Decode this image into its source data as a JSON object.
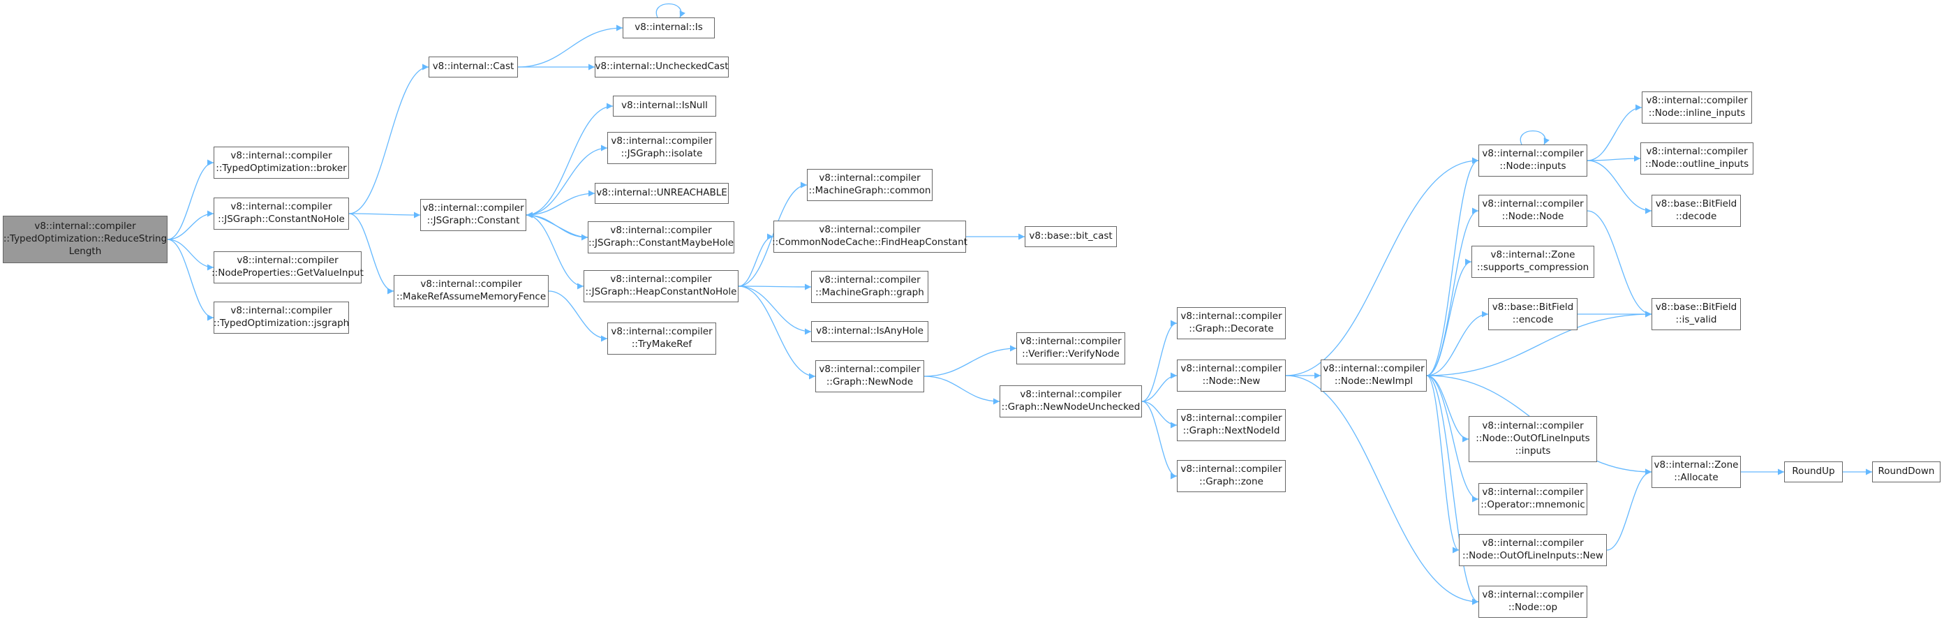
{
  "edge_color": "#63b8ff",
  "node_border_color": "#666666",
  "root_fill_color": "#999999",
  "nodes": [
    {
      "id": "root",
      "lines": [
        "v8::internal::compiler",
        "::TypedOptimization::ReduceString",
        "Length"
      ]
    },
    {
      "id": "broker",
      "lines": [
        "v8::internal::compiler",
        "::TypedOptimization::broker"
      ]
    },
    {
      "id": "constnohole",
      "lines": [
        "v8::internal::compiler",
        "::JSGraph::ConstantNoHole"
      ]
    },
    {
      "id": "getvalueinput",
      "lines": [
        "v8::internal::compiler",
        "::NodeProperties::GetValueInput"
      ]
    },
    {
      "id": "jsgraph",
      "lines": [
        "v8::internal::compiler",
        "::TypedOptimization::jsgraph"
      ]
    },
    {
      "id": "cast",
      "lines": [
        "v8::internal::Cast"
      ]
    },
    {
      "id": "constant",
      "lines": [
        "v8::internal::compiler",
        "::JSGraph::Constant"
      ]
    },
    {
      "id": "makeref",
      "lines": [
        "v8::internal::compiler",
        "::MakeRefAssumeMemoryFence"
      ]
    },
    {
      "id": "is",
      "lines": [
        "v8::internal::Is"
      ]
    },
    {
      "id": "uncheckedcast",
      "lines": [
        "v8::internal::UncheckedCast"
      ]
    },
    {
      "id": "isnull",
      "lines": [
        "v8::internal::IsNull"
      ]
    },
    {
      "id": "isolate",
      "lines": [
        "v8::internal::compiler",
        "::JSGraph::isolate"
      ]
    },
    {
      "id": "unreachable",
      "lines": [
        "v8::internal::UNREACHABLE"
      ]
    },
    {
      "id": "constmaybehole",
      "lines": [
        "v8::internal::compiler",
        "::JSGraph::ConstantMaybeHole"
      ]
    },
    {
      "id": "heapconstnohole",
      "lines": [
        "v8::internal::compiler",
        "::JSGraph::HeapConstantNoHole"
      ]
    },
    {
      "id": "trymakeref",
      "lines": [
        "v8::internal::compiler",
        "::TryMakeRef"
      ]
    },
    {
      "id": "mgcommon",
      "lines": [
        "v8::internal::compiler",
        "::MachineGraph::common"
      ]
    },
    {
      "id": "findheapconst",
      "lines": [
        "v8::internal::compiler",
        "::CommonNodeCache::FindHeapConstant"
      ]
    },
    {
      "id": "mggraph",
      "lines": [
        "v8::internal::compiler",
        "::MachineGraph::graph"
      ]
    },
    {
      "id": "isanyhole",
      "lines": [
        "v8::internal::IsAnyHole"
      ]
    },
    {
      "id": "graphnewnode",
      "lines": [
        "v8::internal::compiler",
        "::Graph::NewNode"
      ]
    },
    {
      "id": "bitcast",
      "lines": [
        "v8::base::bit_cast"
      ]
    },
    {
      "id": "verifynode",
      "lines": [
        "v8::internal::compiler",
        "::Verifier::VerifyNode"
      ]
    },
    {
      "id": "newnodeunchecked",
      "lines": [
        "v8::internal::compiler",
        "::Graph::NewNodeUnchecked"
      ]
    },
    {
      "id": "decorate",
      "lines": [
        "v8::internal::compiler",
        "::Graph::Decorate"
      ]
    },
    {
      "id": "nodenew",
      "lines": [
        "v8::internal::compiler",
        "::Node::New"
      ]
    },
    {
      "id": "nextnodeid",
      "lines": [
        "v8::internal::compiler",
        "::Graph::NextNodeId"
      ]
    },
    {
      "id": "graphzone",
      "lines": [
        "v8::internal::compiler",
        "::Graph::zone"
      ]
    },
    {
      "id": "newimpl",
      "lines": [
        "v8::internal::compiler",
        "::Node::NewImpl"
      ]
    },
    {
      "id": "inputs",
      "lines": [
        "v8::internal::compiler",
        "::Node::inputs"
      ]
    },
    {
      "id": "nodenode",
      "lines": [
        "v8::internal::compiler",
        "::Node::Node"
      ]
    },
    {
      "id": "supportscomp",
      "lines": [
        "v8::internal::Zone",
        "::supports_compression"
      ]
    },
    {
      "id": "encode",
      "lines": [
        "v8::base::BitField",
        "::encode"
      ]
    },
    {
      "id": "oolinputs",
      "lines": [
        "v8::internal::compiler",
        "::Node::OutOfLineInputs",
        "::inputs"
      ]
    },
    {
      "id": "mnemonic",
      "lines": [
        "v8::internal::compiler",
        "::Operator::mnemonic"
      ]
    },
    {
      "id": "oolnew",
      "lines": [
        "v8::internal::compiler",
        "::Node::OutOfLineInputs::New"
      ]
    },
    {
      "id": "op",
      "lines": [
        "v8::internal::compiler",
        "::Node::op"
      ]
    },
    {
      "id": "inlineinputs",
      "lines": [
        "v8::internal::compiler",
        "::Node::inline_inputs"
      ]
    },
    {
      "id": "outlineinputs",
      "lines": [
        "v8::internal::compiler",
        "::Node::outline_inputs"
      ]
    },
    {
      "id": "decode",
      "lines": [
        "v8::base::BitField",
        "::decode"
      ]
    },
    {
      "id": "isvalid",
      "lines": [
        "v8::base::BitField",
        "::is_valid"
      ]
    },
    {
      "id": "allocate",
      "lines": [
        "v8::internal::Zone",
        "::Allocate"
      ]
    },
    {
      "id": "roundup",
      "lines": [
        "RoundUp"
      ]
    },
    {
      "id": "rounddown",
      "lines": [
        "RoundDown"
      ]
    }
  ],
  "edges": [
    [
      "root",
      "broker"
    ],
    [
      "root",
      "constnohole"
    ],
    [
      "root",
      "getvalueinput"
    ],
    [
      "root",
      "jsgraph"
    ],
    [
      "constnohole",
      "cast"
    ],
    [
      "constnohole",
      "constant"
    ],
    [
      "constnohole",
      "makeref"
    ],
    [
      "cast",
      "is"
    ],
    [
      "cast",
      "uncheckedcast"
    ],
    [
      "is",
      "is"
    ],
    [
      "constant",
      "isnull"
    ],
    [
      "constant",
      "isolate"
    ],
    [
      "constant",
      "unreachable"
    ],
    [
      "constant",
      "constmaybehole"
    ],
    [
      "constant",
      "heapconstnohole"
    ],
    [
      "constmaybehole",
      "constant"
    ],
    [
      "makeref",
      "trymakeref"
    ],
    [
      "heapconstnohole",
      "mgcommon"
    ],
    [
      "heapconstnohole",
      "findheapconst"
    ],
    [
      "heapconstnohole",
      "mggraph"
    ],
    [
      "heapconstnohole",
      "isanyhole"
    ],
    [
      "heapconstnohole",
      "graphnewnode"
    ],
    [
      "findheapconst",
      "bitcast"
    ],
    [
      "graphnewnode",
      "verifynode"
    ],
    [
      "graphnewnode",
      "newnodeunchecked"
    ],
    [
      "newnodeunchecked",
      "decorate"
    ],
    [
      "newnodeunchecked",
      "nodenew"
    ],
    [
      "newnodeunchecked",
      "nextnodeid"
    ],
    [
      "newnodeunchecked",
      "graphzone"
    ],
    [
      "nodenew",
      "newimpl"
    ],
    [
      "nodenew",
      "inputs"
    ],
    [
      "nodenew",
      "op"
    ],
    [
      "newimpl",
      "inputs"
    ],
    [
      "newimpl",
      "nodenode"
    ],
    [
      "newimpl",
      "supportscomp"
    ],
    [
      "newimpl",
      "encode"
    ],
    [
      "newimpl",
      "isvalid"
    ],
    [
      "newimpl",
      "allocate"
    ],
    [
      "newimpl",
      "oolinputs"
    ],
    [
      "newimpl",
      "mnemonic"
    ],
    [
      "newimpl",
      "oolnew"
    ],
    [
      "newimpl",
      "op"
    ],
    [
      "inputs",
      "inputs"
    ],
    [
      "inputs",
      "inlineinputs"
    ],
    [
      "inputs",
      "outlineinputs"
    ],
    [
      "inputs",
      "decode"
    ],
    [
      "nodenode",
      "isvalid"
    ],
    [
      "encode",
      "isvalid"
    ],
    [
      "oolnew",
      "allocate"
    ],
    [
      "allocate",
      "roundup"
    ],
    [
      "roundup",
      "rounddown"
    ]
  ]
}
